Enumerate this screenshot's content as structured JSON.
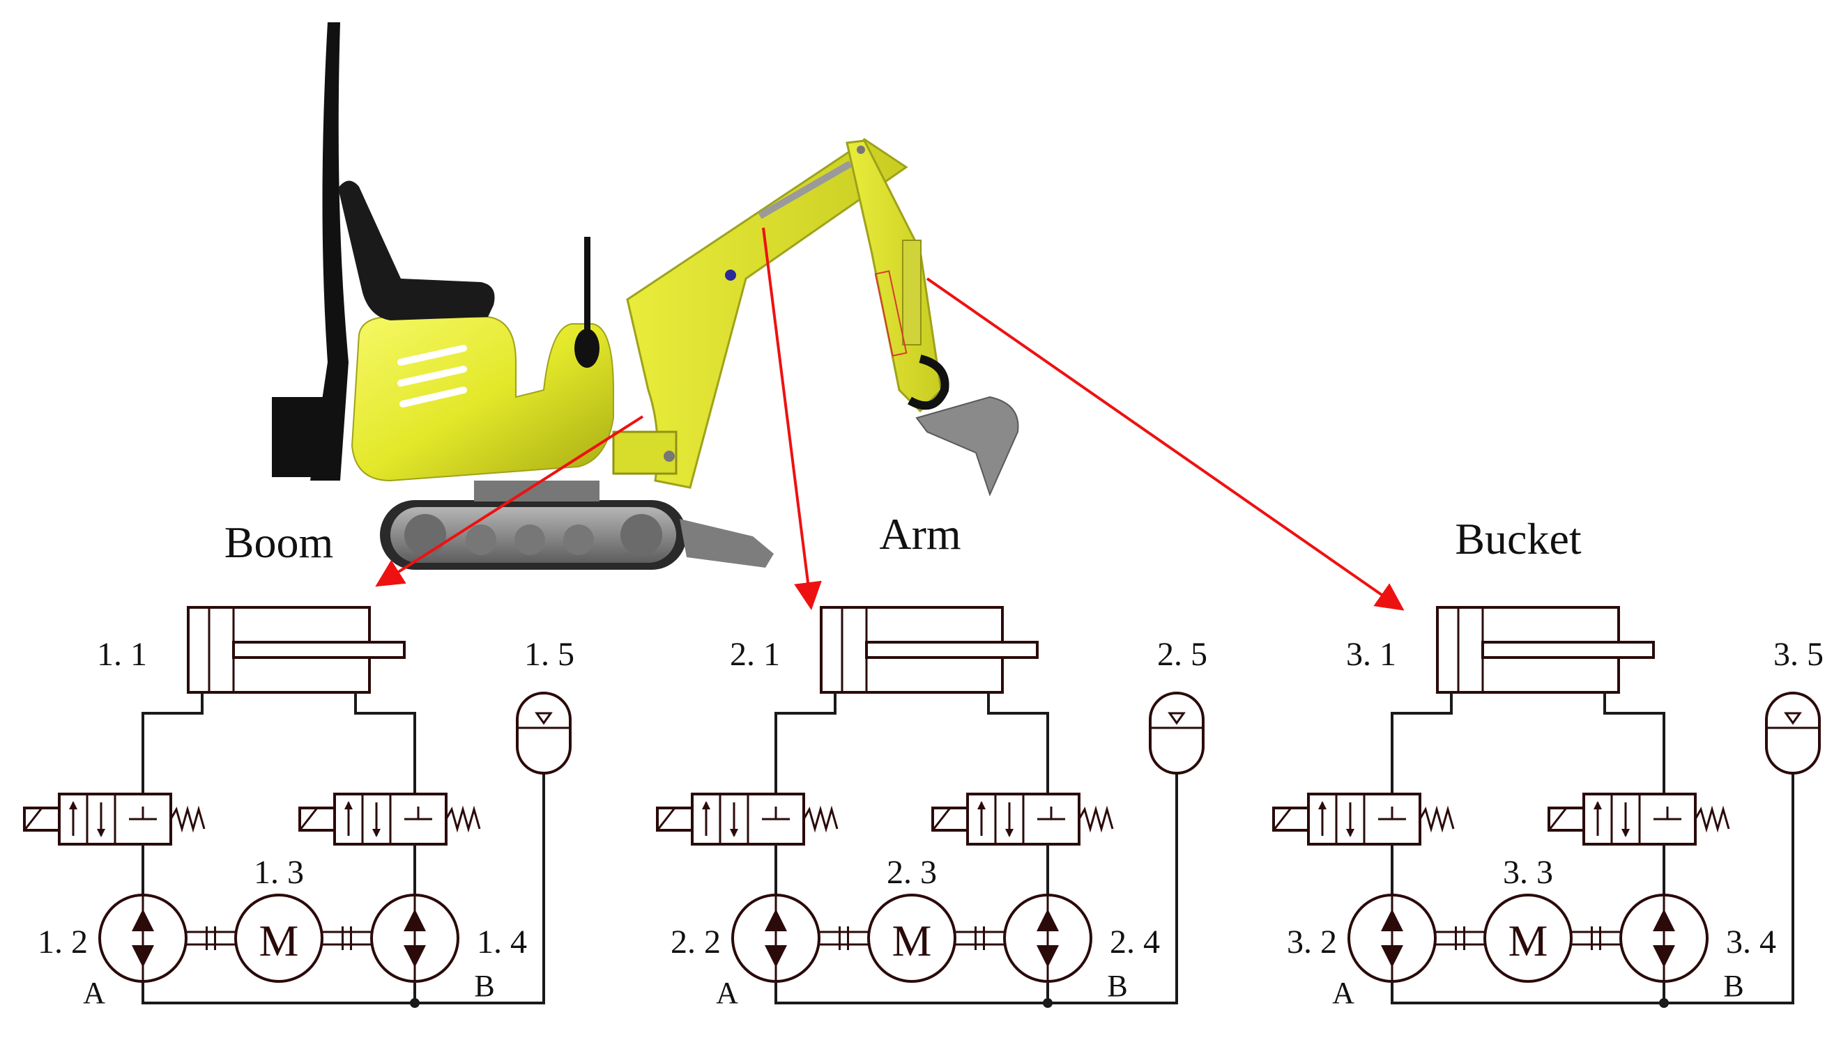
{
  "circuits": [
    {
      "title": "Boom",
      "cylinder_label": "1. 1",
      "pump_a_label": "1. 2",
      "motor_label": "1. 3",
      "pump_b_label": "1. 4",
      "accumulator_label": "1. 5",
      "port_a": "A",
      "port_b": "B",
      "motor_symbol": "M"
    },
    {
      "title": "Arm",
      "cylinder_label": "2. 1",
      "pump_a_label": "2. 2",
      "motor_label": "2. 3",
      "pump_b_label": "2. 4",
      "accumulator_label": "2. 5",
      "port_a": "A",
      "port_b": "B",
      "motor_symbol": "M"
    },
    {
      "title": "Bucket",
      "cylinder_label": "3. 1",
      "pump_a_label": "3. 2",
      "motor_label": "3. 3",
      "pump_b_label": "3. 4",
      "accumulator_label": "3. 5",
      "port_a": "A",
      "port_b": "B",
      "motor_symbol": "M"
    }
  ],
  "colors": {
    "machine_body": "#e8ec2e",
    "machine_shadow": "#9ea21a",
    "seat": "#1a1a1a",
    "track": "#808080",
    "bucket": "#8a8a8a",
    "arrow": "#ee1111",
    "line": "#1a1a1a",
    "component": "#2b0a0a"
  }
}
